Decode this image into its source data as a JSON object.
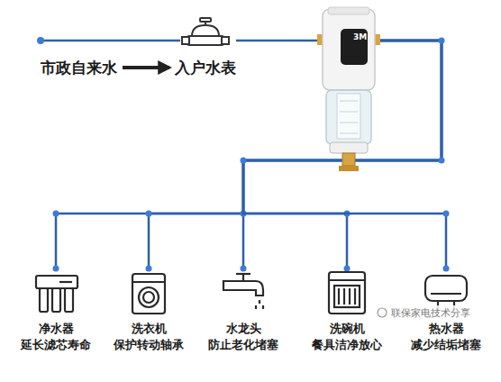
{
  "diagram": {
    "nodes": [
      {
        "text": [
          "市政自来水"
        ]
      },
      {
        "text": [
          "入户水表"
        ]
      },
      {
        "text": [
          "3M"
        ]
      },
      {
        "text": [
          "净水器",
          "延长滤芯寿命"
        ]
      },
      {
        "text": [
          "洗衣机",
          "保护转动轴承"
        ]
      },
      {
        "text": [
          "水龙头",
          "防止老化堵塞"
        ]
      },
      {
        "text": [
          "洗碗机",
          "餐具洁净放心"
        ]
      },
      {
        "text": [
          "热水器",
          "减少结垢堵塞"
        ]
      }
    ],
    "edges": [
      {
        "from": 0,
        "to": 1,
        "arrow": "to"
      },
      {
        "from": 1,
        "to": 2,
        "arrow": "none"
      },
      {
        "from": 2,
        "to": 3,
        "arrow": "none"
      },
      {
        "from": 2,
        "to": 4,
        "arrow": "none"
      },
      {
        "from": 2,
        "to": 5,
        "arrow": "none"
      },
      {
        "from": 2,
        "to": 6,
        "arrow": "none"
      },
      {
        "from": 2,
        "to": 7,
        "arrow": "none"
      }
    ],
    "labels": [
      "联保家电技术分享"
    ]
  }
}
